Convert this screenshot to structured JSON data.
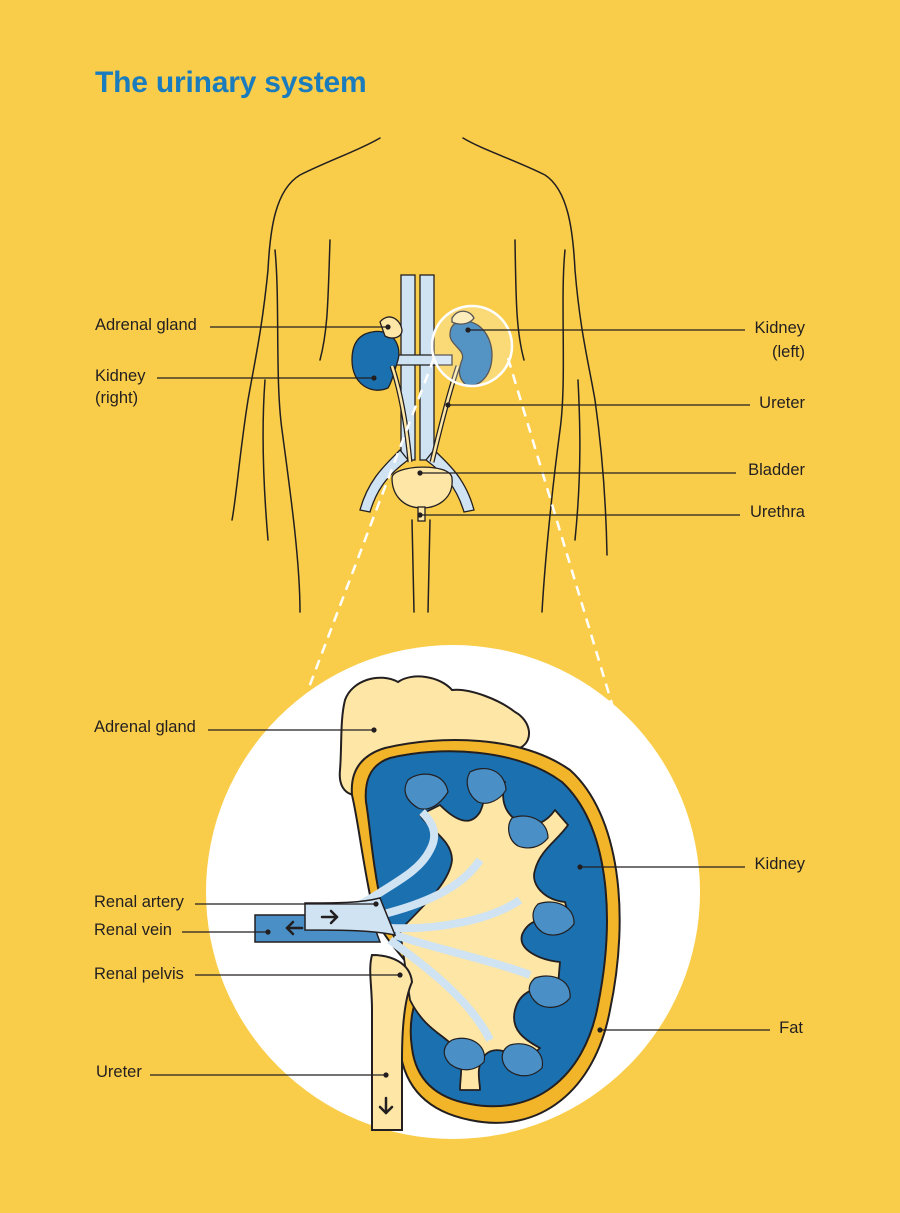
{
  "title": "The urinary system",
  "body_labels": {
    "adrenal_gland": "Adrenal gland",
    "kidney_right_line1": "Kidney",
    "kidney_right_line2": "(right)",
    "kidney_left_line1": "Kidney",
    "kidney_left_line2": "(left)",
    "ureter": "Ureter",
    "bladder": "Bladder",
    "urethra": "Urethra"
  },
  "detail_labels": {
    "adrenal_gland": "Adrenal gland",
    "kidney": "Kidney",
    "renal_artery": "Renal artery",
    "renal_vein": "Renal vein",
    "renal_pelvis": "Renal pelvis",
    "fat": "Fat",
    "ureter": "Ureter"
  },
  "colors": {
    "background": "#f9cd4a",
    "title": "#1a7bbd",
    "kidney": "#1b70b0",
    "vessel": "#cfe3f3",
    "pelvis": "#fde6a6",
    "fat": "#f2b52a",
    "outline": "#231f20"
  }
}
